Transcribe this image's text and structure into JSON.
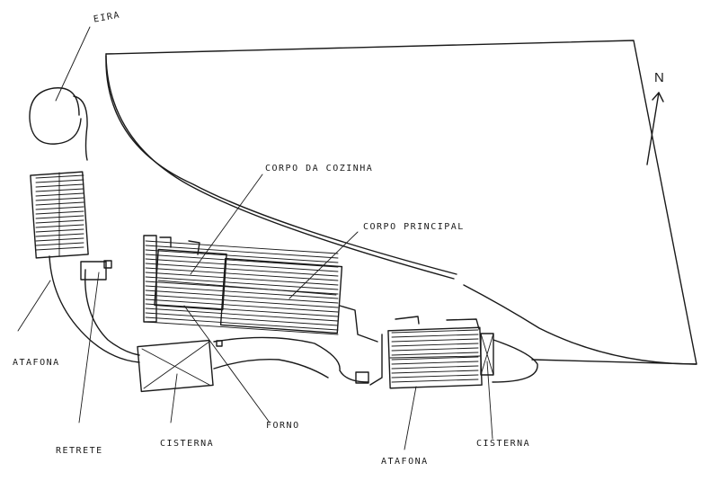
{
  "labels": {
    "eira": "EIRA",
    "corpo_cozinha": "CORPO DA COZINHA",
    "corpo_principal": "CORPO PRINCIPAL",
    "atafona_left": "ATAFONA",
    "retrete": "RETRETE",
    "cisterna_left": "CISTERNA",
    "forno": "FORNO",
    "atafona_right": "ATAFONA",
    "cisterna_right": "CISTERNA",
    "north": "N"
  },
  "colors": {
    "ink": "#1a1a1a",
    "paper": "#ffffff"
  }
}
